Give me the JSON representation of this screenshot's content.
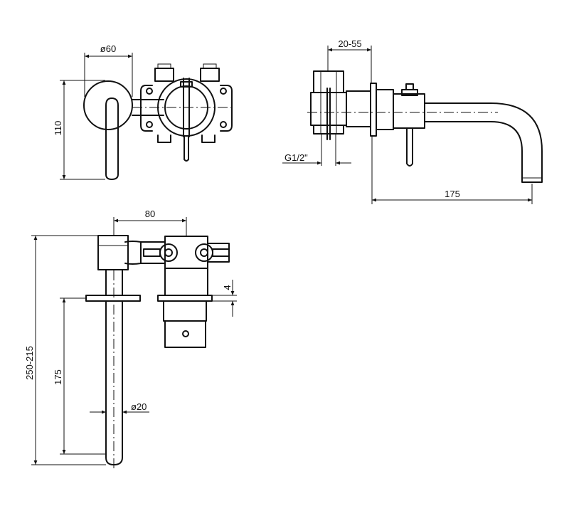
{
  "dimensions": {
    "top_diameter": "ø60",
    "top_height": "110",
    "side_depth": "20-55",
    "side_thread": "G1/2\"",
    "side_reach": "175",
    "front_width": "80",
    "front_flange": "4",
    "front_total_height": "250-215",
    "front_spout_length": "175",
    "front_spout_diameter": "ø20"
  }
}
